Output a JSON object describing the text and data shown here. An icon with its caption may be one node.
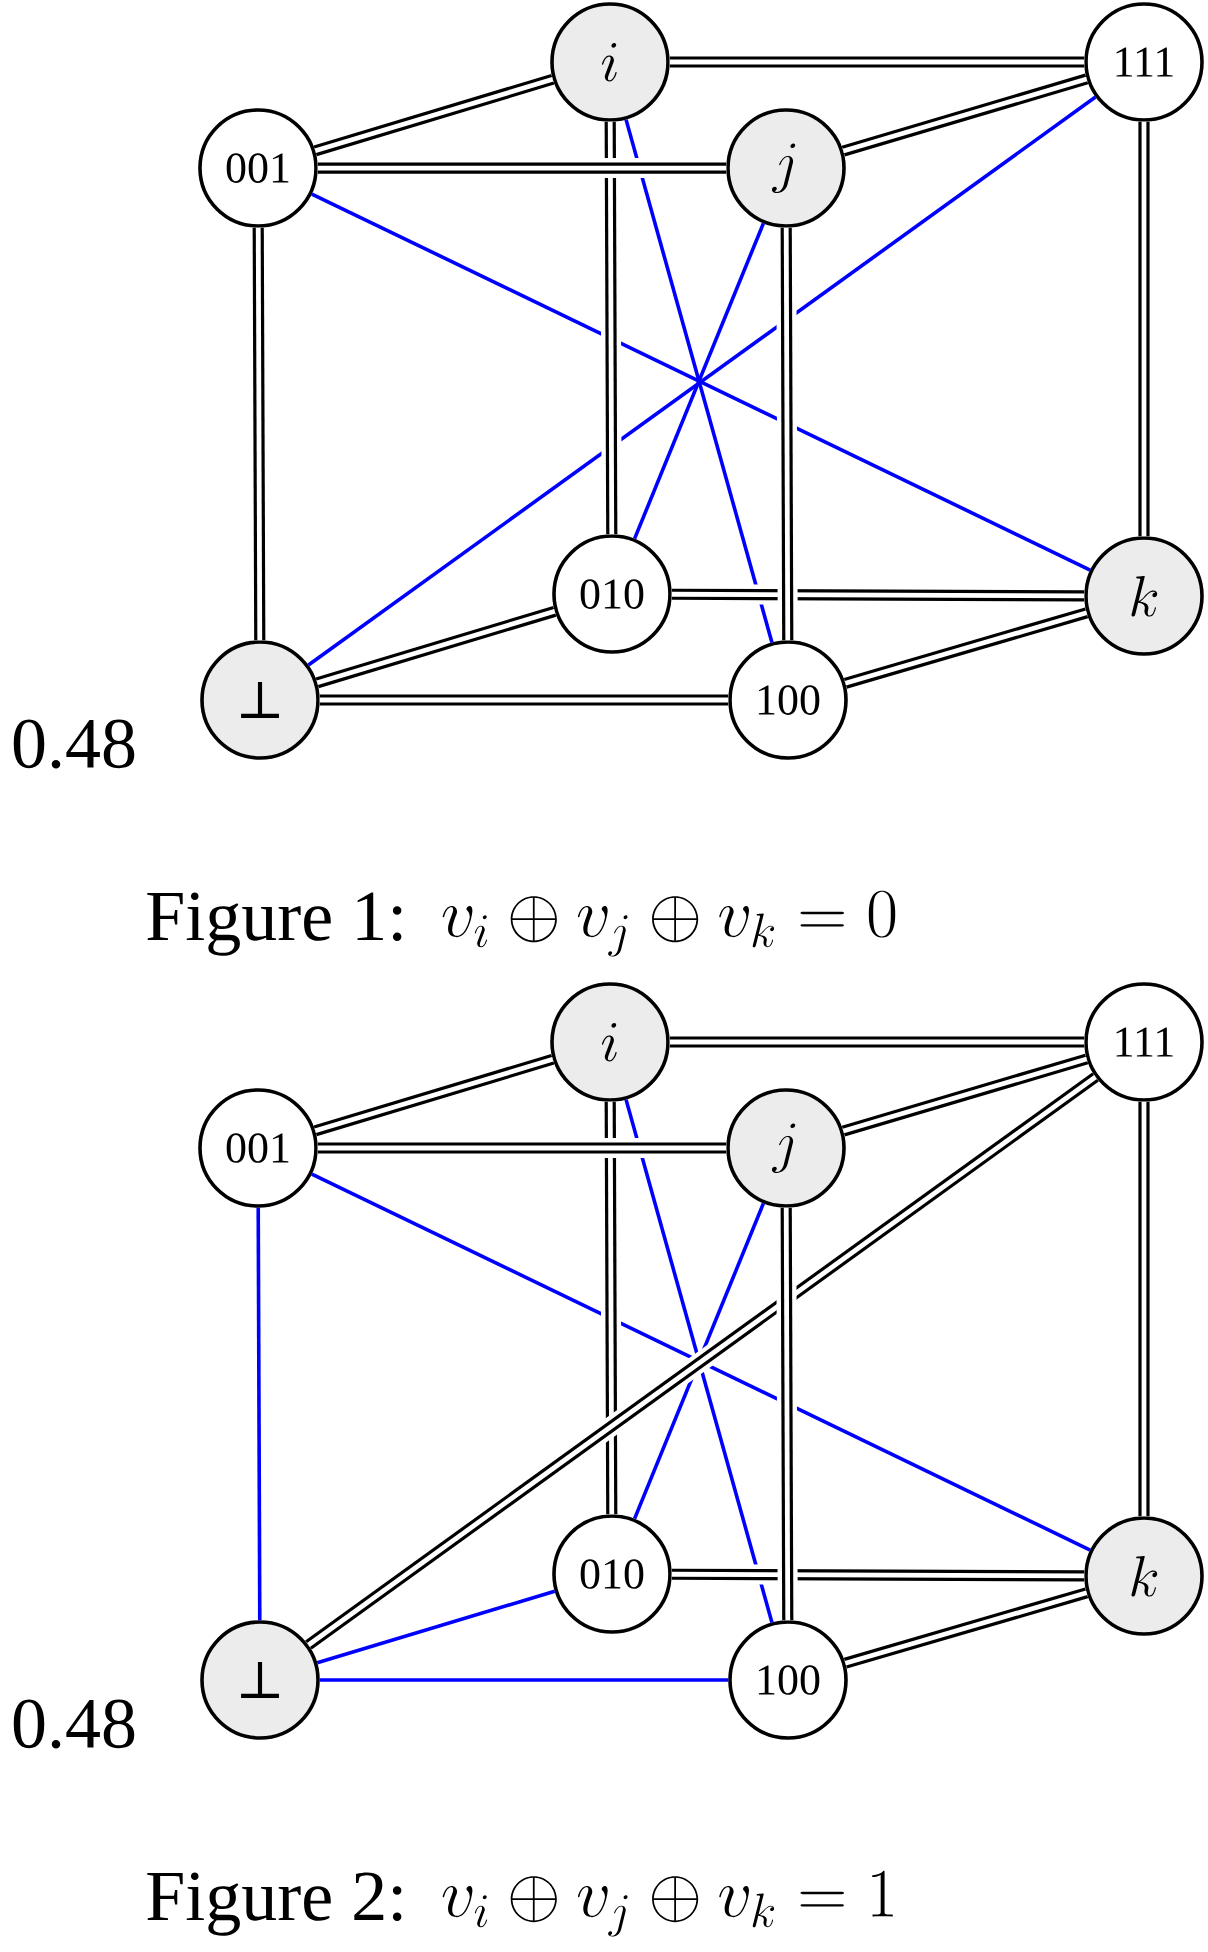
{
  "diagram": {
    "nodes": [
      {
        "text": [
          "i"
        ]
      },
      {
        "text": [
          "111"
        ]
      },
      {
        "text": [
          "001"
        ]
      },
      {
        "text": [
          "j"
        ]
      },
      {
        "text": [
          "010"
        ]
      },
      {
        "text": [
          "k"
        ]
      },
      {
        "text": [
          "⊥"
        ]
      },
      {
        "text": [
          "100"
        ]
      },
      {
        "text": [
          "i"
        ]
      },
      {
        "text": [
          "111"
        ]
      },
      {
        "text": [
          "001"
        ]
      },
      {
        "text": [
          "j"
        ]
      },
      {
        "text": [
          "010"
        ]
      },
      {
        "text": [
          "k"
        ]
      },
      {
        "text": [
          "⊥"
        ]
      },
      {
        "text": [
          "100"
        ]
      }
    ],
    "edges": [
      {
        "from": 2,
        "to": 5,
        "arrow": "none",
        "color": "#0000ff"
      },
      {
        "from": 6,
        "to": 1,
        "arrow": "none",
        "color": "#0000ff"
      },
      {
        "from": 3,
        "to": 4,
        "arrow": "none",
        "color": "#0000ff"
      },
      {
        "from": 0,
        "to": 7,
        "arrow": "none",
        "color": "#0000ff"
      },
      {
        "from": 0,
        "to": 4,
        "arrow": "none"
      },
      {
        "from": 2,
        "to": 6,
        "arrow": "none"
      },
      {
        "from": 4,
        "to": 5,
        "arrow": "none"
      },
      {
        "from": 6,
        "to": 4,
        "arrow": "none"
      },
      {
        "from": 6,
        "to": 7,
        "arrow": "none"
      },
      {
        "from": 7,
        "to": 5,
        "arrow": "none"
      },
      {
        "from": 3,
        "to": 7,
        "arrow": "none"
      },
      {
        "from": 0,
        "to": 1,
        "arrow": "none"
      },
      {
        "from": 2,
        "to": 0,
        "arrow": "none"
      },
      {
        "from": 2,
        "to": 3,
        "arrow": "none"
      },
      {
        "from": 3,
        "to": 1,
        "arrow": "none"
      },
      {
        "from": 1,
        "to": 5,
        "arrow": "none"
      },
      {
        "from": 10,
        "to": 14,
        "arrow": "none",
        "color": "#0000ff"
      },
      {
        "from": 14,
        "to": 12,
        "arrow": "none",
        "color": "#0000ff"
      },
      {
        "from": 14,
        "to": 15,
        "arrow": "none",
        "color": "#0000ff"
      },
      {
        "from": 10,
        "to": 13,
        "arrow": "none",
        "color": "#0000ff"
      },
      {
        "from": 11,
        "to": 12,
        "arrow": "none",
        "color": "#0000ff"
      },
      {
        "from": 8,
        "to": 15,
        "arrow": "none",
        "color": "#0000ff"
      },
      {
        "from": 8,
        "to": 12,
        "arrow": "none"
      },
      {
        "from": 12,
        "to": 13,
        "arrow": "none"
      },
      {
        "from": 15,
        "to": 13,
        "arrow": "none"
      },
      {
        "from": 14,
        "to": 9,
        "arrow": "none"
      },
      {
        "from": 11,
        "to": 15,
        "arrow": "none"
      },
      {
        "from": 8,
        "to": 9,
        "arrow": "none"
      },
      {
        "from": 10,
        "to": 8,
        "arrow": "none"
      },
      {
        "from": 10,
        "to": 11,
        "arrow": "none"
      },
      {
        "from": 11,
        "to": 9,
        "arrow": "none"
      },
      {
        "from": 9,
        "to": 13,
        "arrow": "none"
      }
    ],
    "labels": [
      "0.48",
      "Figure 1:",
      "v_i \\oplus v_j \\oplus v_k = 0",
      "0.48",
      "Figure 2:",
      "v_i \\oplus v_j \\oplus v_k = 1"
    ]
  }
}
